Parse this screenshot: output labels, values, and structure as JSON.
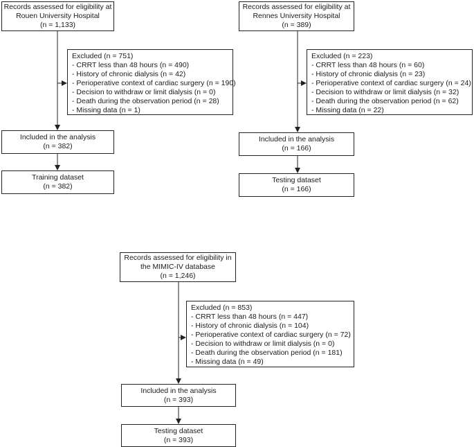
{
  "flows": [
    {
      "source": {
        "line1": "Records assessed for eligibility at",
        "line2": "Rouen University Hospital",
        "line3": "(n = 1,133)"
      },
      "excluded": {
        "title": "Excluded (n = 751)",
        "items": [
          "- CRRT less than 48 hours (n = 490)",
          "- History of chronic dialysis (n = 42)",
          "- Perioperative context of cardiac surgery (n = 190)",
          "- Decision to withdraw or limit dialysis (n = 0)",
          "- Death during the observation period (n = 28)",
          "- Missing data (n = 1)"
        ]
      },
      "included": {
        "line1": "Included in the analysis",
        "line2": "(n = 382)"
      },
      "final": {
        "line1": "Training dataset",
        "line2": "(n = 382)"
      }
    },
    {
      "source": {
        "line1": "Records assessed for eligibility at",
        "line2": "Rennes University Hospital",
        "line3": "(n = 389)"
      },
      "excluded": {
        "title": "Excluded (n = 223)",
        "items": [
          "- CRRT less than 48 hours (n = 60)",
          "- History of chronic dialysis (n = 23)",
          "- Perioperative context of cardiac surgery (n = 24)",
          "- Decision to withdraw or limit dialysis (n = 32)",
          "- Death during the observation period (n = 62)",
          "- Missing data (n = 22)"
        ]
      },
      "included": {
        "line1": "Included in the analysis",
        "line2": "(n = 166)"
      },
      "final": {
        "line1": "Testing dataset",
        "line2": "(n = 166)"
      }
    },
    {
      "source": {
        "line1": "Records assessed for eligibility in",
        "line2": "the MIMIC-IV database",
        "line3": "(n = 1,246)"
      },
      "excluded": {
        "title": "Excluded (n = 853)",
        "items": [
          "- CRRT less than 48 hours (n = 447)",
          "- History of chronic dialysis (n = 104)",
          "- Perioperative context of cardiac surgery (n = 72)",
          "- Decision to withdraw or limit dialysis (n = 0)",
          "- Death during the observation period (n = 181)",
          "- Missing data (n = 49)"
        ]
      },
      "included": {
        "line1": "Included in the analysis",
        "line2": "(n = 393)"
      },
      "final": {
        "line1": "Testing dataset",
        "line2": "(n = 393)"
      }
    }
  ]
}
